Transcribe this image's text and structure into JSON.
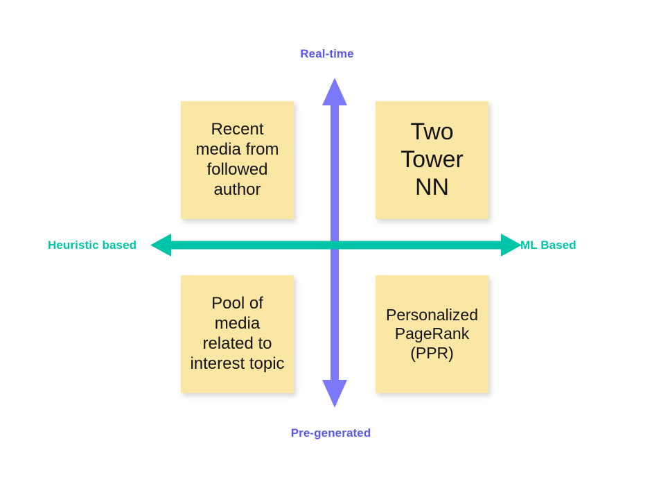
{
  "diagram": {
    "type": "2x2-quadrant-matrix",
    "background_color": "#ffffff",
    "axes": {
      "vertical": {
        "color": "#7b79f7",
        "top_label": "Real-time",
        "bottom_label": "Pre-generated",
        "label_color": "#5b59e8"
      },
      "horizontal": {
        "color": "#00c4a7",
        "left_label": "Heuristic based",
        "right_label": "ML Based",
        "label_color": "#00c4a7"
      }
    },
    "notes": {
      "color": "#fae7a3",
      "text_color": "#121212",
      "top_left": "Recent\nmedia from\nfollowed\nauthor",
      "top_right": "Two\nTower\nNN",
      "bottom_left": "Pool of\nmedia\nrelated to\ninterest topic",
      "bottom_right": "Personalized\nPageRank\n(PPR)"
    }
  }
}
